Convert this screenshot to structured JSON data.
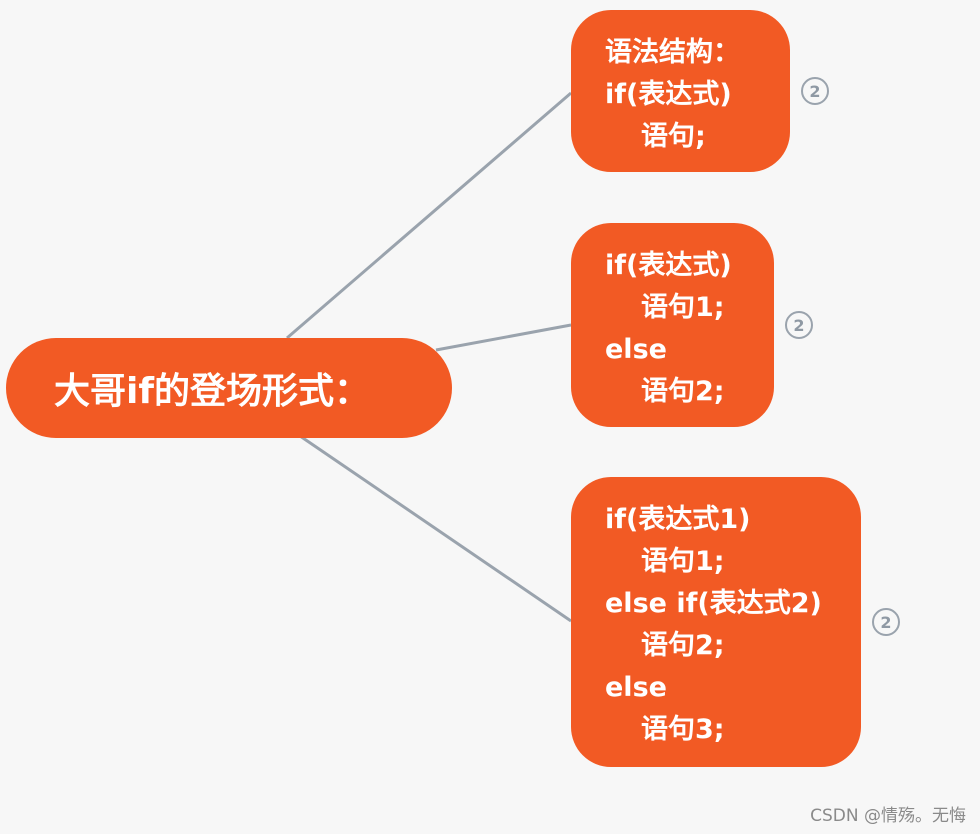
{
  "colors": {
    "node_fill": "#f25a24",
    "node_text": "#ffffff",
    "connector": "#9aa3ad",
    "background": "#f7f7f7"
  },
  "root": {
    "label": "大哥if的登场形式："
  },
  "children": [
    {
      "lines": [
        "语法结构：",
        "if(表达式)",
        "语句;"
      ],
      "badge": "2"
    },
    {
      "lines": [
        "if(表达式)",
        "语句1;",
        "else",
        "语句2;"
      ],
      "badge": "2"
    },
    {
      "lines": [
        "if(表达式1)",
        "语句1;",
        "else if(表达式2)",
        "语句2;",
        "else",
        "语句3;"
      ],
      "badge": "2"
    }
  ],
  "watermark": "CSDN @情殇。无悔"
}
